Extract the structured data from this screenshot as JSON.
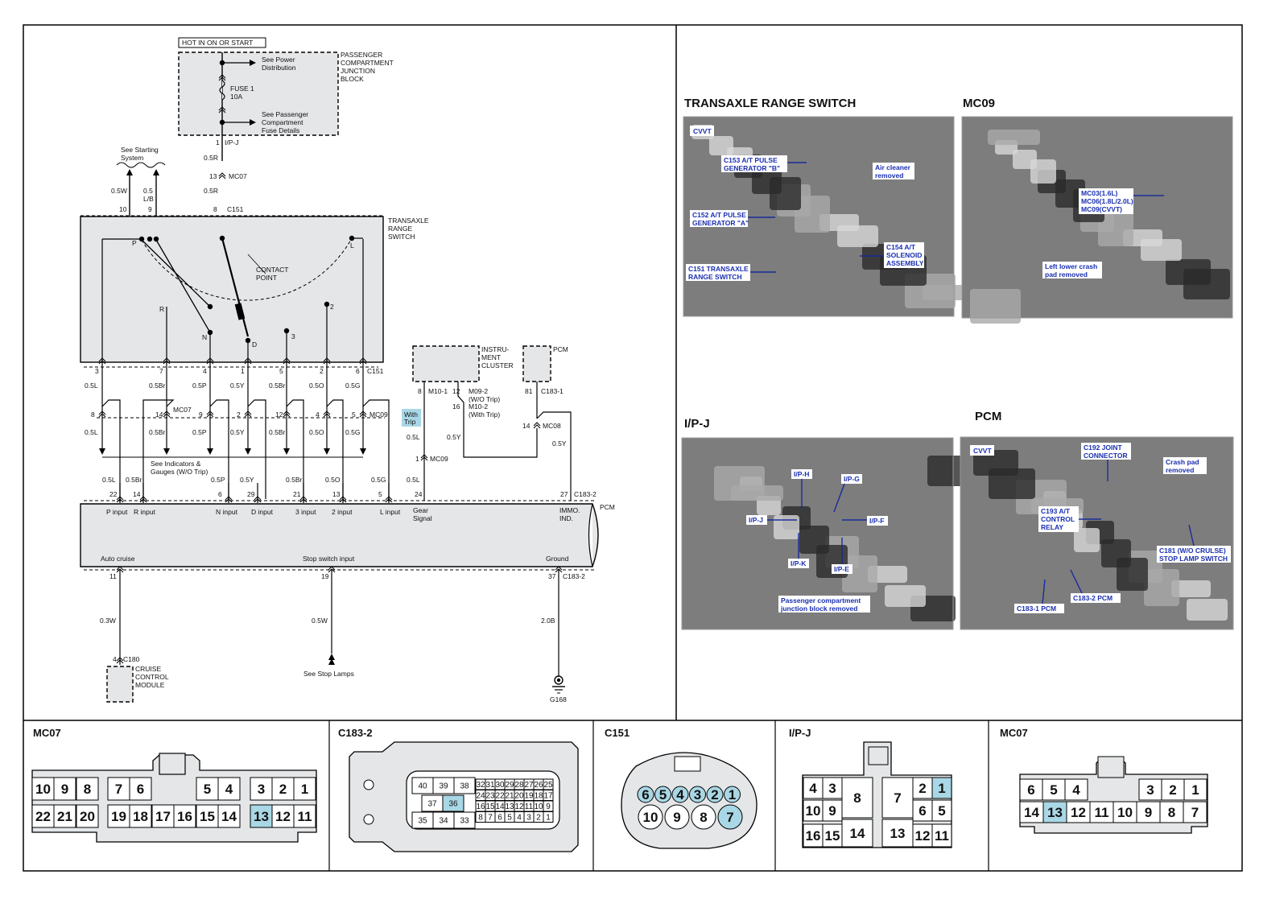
{
  "schematic": {
    "hot_label": "HOT IN ON OR START",
    "pcjb": {
      "label": [
        "PASSENGER",
        "COMPARTMENT",
        "JUNCTION",
        "BLOCK"
      ],
      "see_power": [
        "See Power",
        "Distribution"
      ],
      "fuse": [
        "FUSE  1",
        "10A"
      ],
      "see_fuse": [
        "See Passenger",
        "Compartment",
        "Fuse Details"
      ]
    },
    "wires_top": {
      "ipj_pin": "1",
      "ipj": "I/P-J",
      "w1": "0.5R",
      "mc07_pin": "13",
      "mc07": "MC07",
      "w2": "0.5R",
      "c151_pin": "8",
      "c151": "C151",
      "start_pin1": "10",
      "start_pin2": "9",
      "start_w1": "0.5W",
      "start_w2": [
        "0.5",
        "L/B"
      ],
      "see_starting": [
        "See Starting",
        "System"
      ]
    },
    "trs": {
      "label": [
        "TRANSAXLE",
        "RANGE",
        "SWITCH"
      ],
      "contact": [
        "CONTACT",
        "POINT"
      ],
      "pos": [
        "P",
        "R",
        "N",
        "D",
        "3",
        "2",
        "L"
      ]
    },
    "row_c151": {
      "pins": [
        "3",
        "7",
        "4",
        "1",
        "5",
        "2",
        "6"
      ],
      "conn": "C151",
      "wires": [
        "0.5L",
        "0.5Br",
        "0.5P",
        "0.5Y",
        "0.5Br",
        "0.5O",
        "0.5G"
      ]
    },
    "row_mc07": {
      "pins": [
        "8",
        "14",
        "9",
        "2",
        "12",
        "4",
        "5"
      ],
      "conn_a": "MC07",
      "conn_b": "MC09",
      "wires": [
        "0.5L",
        "0.5Br",
        "0.5P",
        "0.5Y",
        "0.5Br",
        "0.5O",
        "0.5G"
      ]
    },
    "see_indicators": [
      "See Indicators &",
      "Gauges (W/O Trip)"
    ],
    "row_pcm": {
      "pins": [
        "22",
        "14",
        "6",
        "29",
        "21",
        "13",
        "5",
        "24",
        "27"
      ],
      "wires": [
        "0.5L",
        "0.5Br",
        "0.5P",
        "0.5Y",
        "0.5Br",
        "0.5O",
        "0.5G",
        "0.5L"
      ],
      "conn": "C183-2"
    },
    "cluster": {
      "label": [
        "INSTRU-",
        "MENT",
        "CLUSTER"
      ],
      "pin1": "8",
      "conn1": "M10-1",
      "pin2": "12",
      "conn2": [
        "M09-2",
        "(W/O Trip)"
      ],
      "pin3": "16",
      "conn3": [
        "M10-2",
        "(With Trip)"
      ],
      "with_trip": [
        "With",
        "Trip"
      ],
      "w1": "0.5L",
      "w2": "0.5Y",
      "mc09_pin": "1",
      "mc09": "MC09",
      "w3": "0.5L"
    },
    "pcm_box": {
      "label": "PCM",
      "pin": "81",
      "conn": "C183-1",
      "mc08_pin": "14",
      "mc08": "MC08",
      "w": "0.5Y"
    },
    "pcm": {
      "label": "PCM",
      "inputs": [
        "P input",
        "R input",
        "N input",
        "D input",
        "3 input",
        "2 input",
        "L input",
        "Gear",
        "Signal",
        "IMMO.",
        "IND."
      ],
      "bottom": [
        "Auto cruise",
        "Stop switch input",
        "Ground"
      ]
    },
    "bottom_pins": {
      "p1": "11",
      "p2": "19",
      "p3": "37",
      "conn": "C183-2",
      "w1": "0.3W",
      "w2": "0.5W",
      "w3": "2.0B",
      "c180_pin": "4",
      "c180": "C180",
      "ccm": [
        "CRUISE",
        "CONTROL",
        "MODULE"
      ],
      "stop": "See Stop Lamps",
      "ground": "G168"
    }
  },
  "photos": [
    {
      "title": "TRANSAXLE RANGE SWITCH",
      "tag": "CVVT",
      "callouts": [
        "C153 A/T PULSE",
        "GENERATOR \"B\"",
        "Air cleaner",
        "removed",
        "C152 A/T PULSE",
        "GENERATOR \"A\"",
        "C154 A/T",
        "SOLENOID",
        "ASSEMBLY",
        "C151 TRANSAXLE",
        "RANGE SWITCH"
      ]
    },
    {
      "title": "MC09",
      "callouts": [
        "MC03(1.6L)",
        "MC06(1.8L/2.0L)",
        "MC09(CVVT)",
        "Left lower crash",
        "pad removed"
      ]
    },
    {
      "title": "I/P-J",
      "callouts": [
        "I/P-H",
        "I/P-G",
        "I/P-J",
        "I/P-F",
        "I/P-K",
        "I/P-E",
        "Passenger compartment",
        "junction block removed"
      ]
    },
    {
      "title": "PCM",
      "tag": "CVVT",
      "callouts": [
        "C192 JOINT",
        "CONNECTOR",
        "Crash pad",
        "removed",
        "C193 A/T",
        "CONTROL",
        "RELAY",
        "C181 (W/O CRULSE)",
        "STOP LAMP SWITCH",
        "C183-1 PCM",
        "C183-2 PCM"
      ]
    }
  ],
  "connectors": [
    {
      "title": "MC07",
      "top": [
        "10",
        "9",
        "8",
        "7",
        "6",
        "5",
        "4",
        "3",
        "2",
        "1"
      ],
      "bottom": [
        "22",
        "21",
        "20",
        "19",
        "18",
        "17",
        "16",
        "15",
        "14",
        "13",
        "12",
        "11"
      ],
      "hl": "13"
    },
    {
      "title": "C183-2",
      "big": [
        "40",
        "39",
        "38",
        "37",
        "36",
        "35",
        "34",
        "33"
      ],
      "small": [
        "32",
        "31",
        "30",
        "29",
        "28",
        "27",
        "26",
        "25",
        "24",
        "23",
        "22",
        "21",
        "20",
        "19",
        "18",
        "17",
        "16",
        "15",
        "14",
        "13",
        "12",
        "11",
        "10",
        "9",
        "8",
        "7",
        "6",
        "5",
        "4",
        "3",
        "2",
        "1"
      ],
      "hl": "36"
    },
    {
      "title": "C151",
      "top": [
        "6",
        "5",
        "4",
        "3",
        "2",
        "1"
      ],
      "bottom": [
        "10",
        "9",
        "8",
        "7"
      ]
    },
    {
      "title": "I/P-J",
      "pins": [
        "4",
        "3",
        "8",
        "7",
        "2",
        "1",
        "10",
        "9",
        "6",
        "5",
        "16",
        "15",
        "14",
        "13",
        "12",
        "11"
      ],
      "hl": "1"
    },
    {
      "title": "MC07",
      "top": [
        "6",
        "5",
        "4",
        "3",
        "2",
        "1"
      ],
      "bottom": [
        "14",
        "13",
        "12",
        "11",
        "10",
        "9",
        "8",
        "7"
      ],
      "hl": "13"
    }
  ],
  "colors": {
    "box_fill": "#e4e6e8",
    "highlight": "#a9d7e5",
    "callout": "#1a2fb0"
  }
}
